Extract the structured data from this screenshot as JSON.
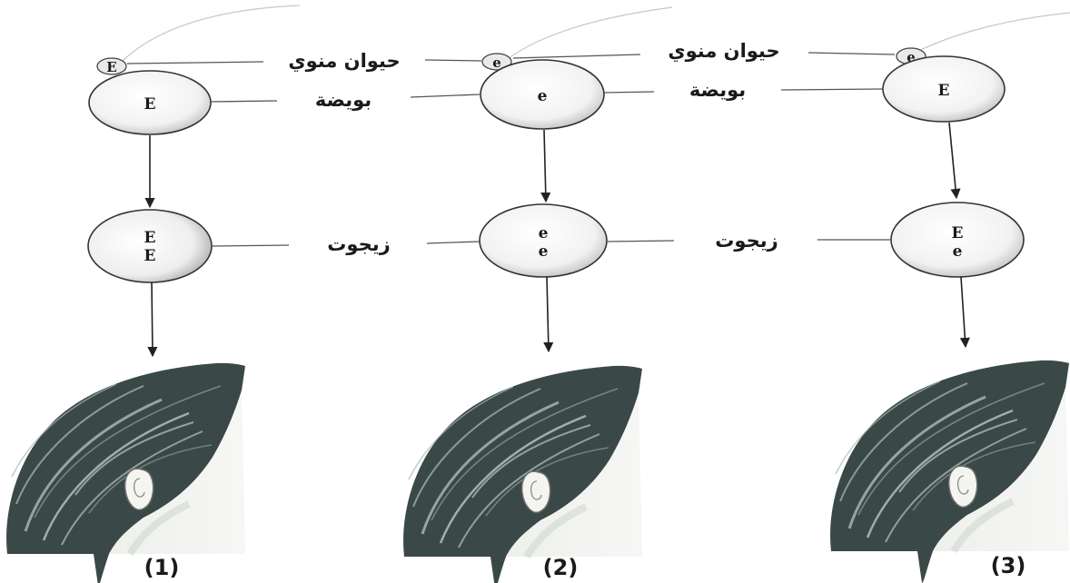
{
  "labels": {
    "sperm": "حيوان منوي",
    "egg": "بويضة",
    "zygote": "زيجوت"
  },
  "columns": [
    {
      "sperm_allele": "E",
      "egg_allele": "E",
      "zygote_top": "E",
      "zygote_bottom": "E",
      "number": "(1)"
    },
    {
      "sperm_allele": "e",
      "egg_allele": "e",
      "zygote_top": "e",
      "zygote_bottom": "e",
      "number": "(2)"
    },
    {
      "sperm_allele": "e",
      "egg_allele": "E",
      "zygote_top": "E",
      "zygote_bottom": "e",
      "number": "(3)"
    }
  ],
  "colors": {
    "hair": "#2f3d3b",
    "hair_light": "#b9c7bf",
    "skin": "#eef0ec",
    "line": "#555555",
    "text": "#1a1a1a"
  }
}
